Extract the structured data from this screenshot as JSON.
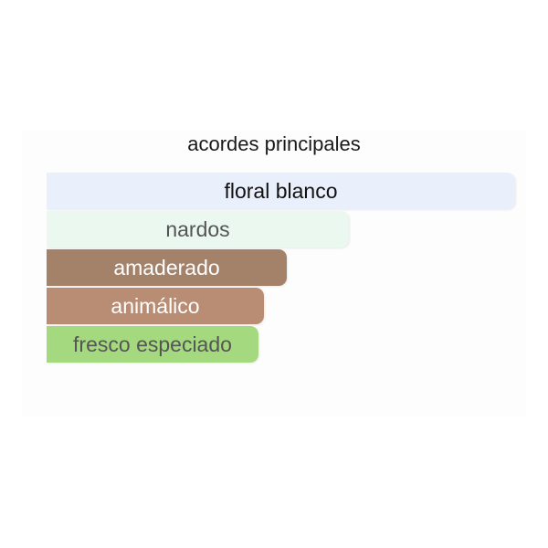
{
  "chart_data": {
    "type": "bar",
    "orientation": "horizontal",
    "title": "acordes principales",
    "categories": [
      "floral blanco",
      "nardos",
      "amaderado",
      "animálico",
      "fresco especiado"
    ],
    "values": [
      100,
      64.5,
      51.2,
      46.4,
      45.3
    ],
    "xlim": [
      0,
      100
    ],
    "colors": [
      "#eaf0fb",
      "#eaf8ef",
      "#a4826a",
      "#b98c74",
      "#a5d97f"
    ],
    "label_colors": [
      "#111111",
      "#555555",
      "#ffffff",
      "#ffffff",
      "#555555"
    ],
    "grid": false,
    "legend": "none"
  }
}
